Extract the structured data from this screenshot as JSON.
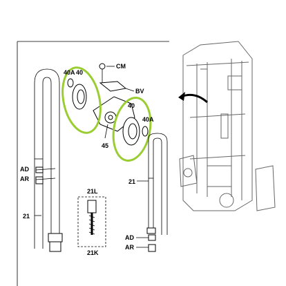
{
  "labels": {
    "cm": "CM",
    "bv": "BV",
    "p40_left": "40",
    "p40a_left": "40A",
    "p40_right": "40",
    "p40a_right": "40A",
    "p45": "45",
    "ad_left": "AD",
    "ar_left": "AR",
    "p21_left": "21",
    "p21_right": "21",
    "p21l": "21L",
    "p21k": "21K",
    "ad_right": "AD",
    "ar_right": "AR"
  },
  "colors": {
    "highlight": "#9acd32",
    "line": "#000000",
    "frame": "#666666"
  },
  "icons": {
    "assembly_arrow": "curved-arrow-icon"
  }
}
